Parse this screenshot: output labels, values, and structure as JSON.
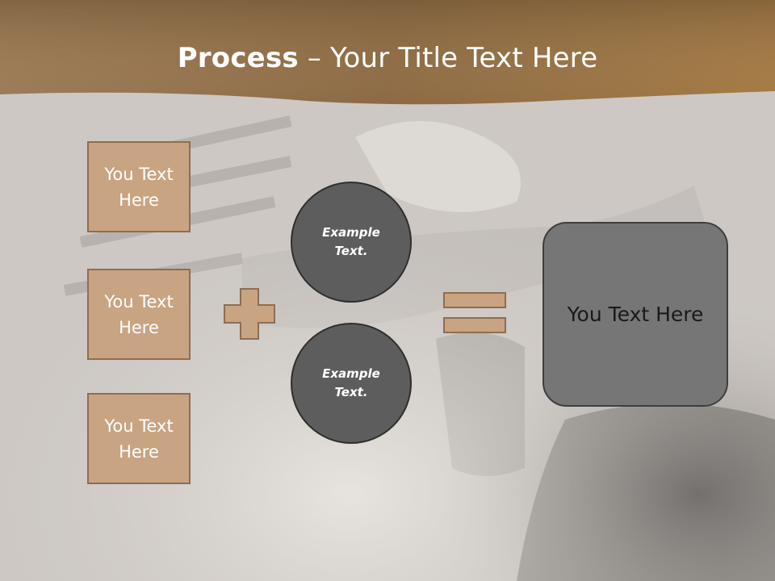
{
  "slide": {
    "title_bold": "Process",
    "title_rest": " – Your Title Text Here"
  },
  "inputs": [
    {
      "text": "You Text Here"
    },
    {
      "text": "You Text Here"
    },
    {
      "text": "You Text Here"
    }
  ],
  "operands": [
    {
      "text": "Example Text."
    },
    {
      "text": "Example Text."
    }
  ],
  "result": {
    "text": "You Text Here"
  },
  "colors": {
    "header": "#a7804f",
    "box_fill": "#c8a482",
    "box_border": "#8e6e50",
    "circle_fill": "#5d5d5d",
    "result_fill": "#767676"
  },
  "icons": [
    "plus-icon",
    "equals-icon"
  ]
}
